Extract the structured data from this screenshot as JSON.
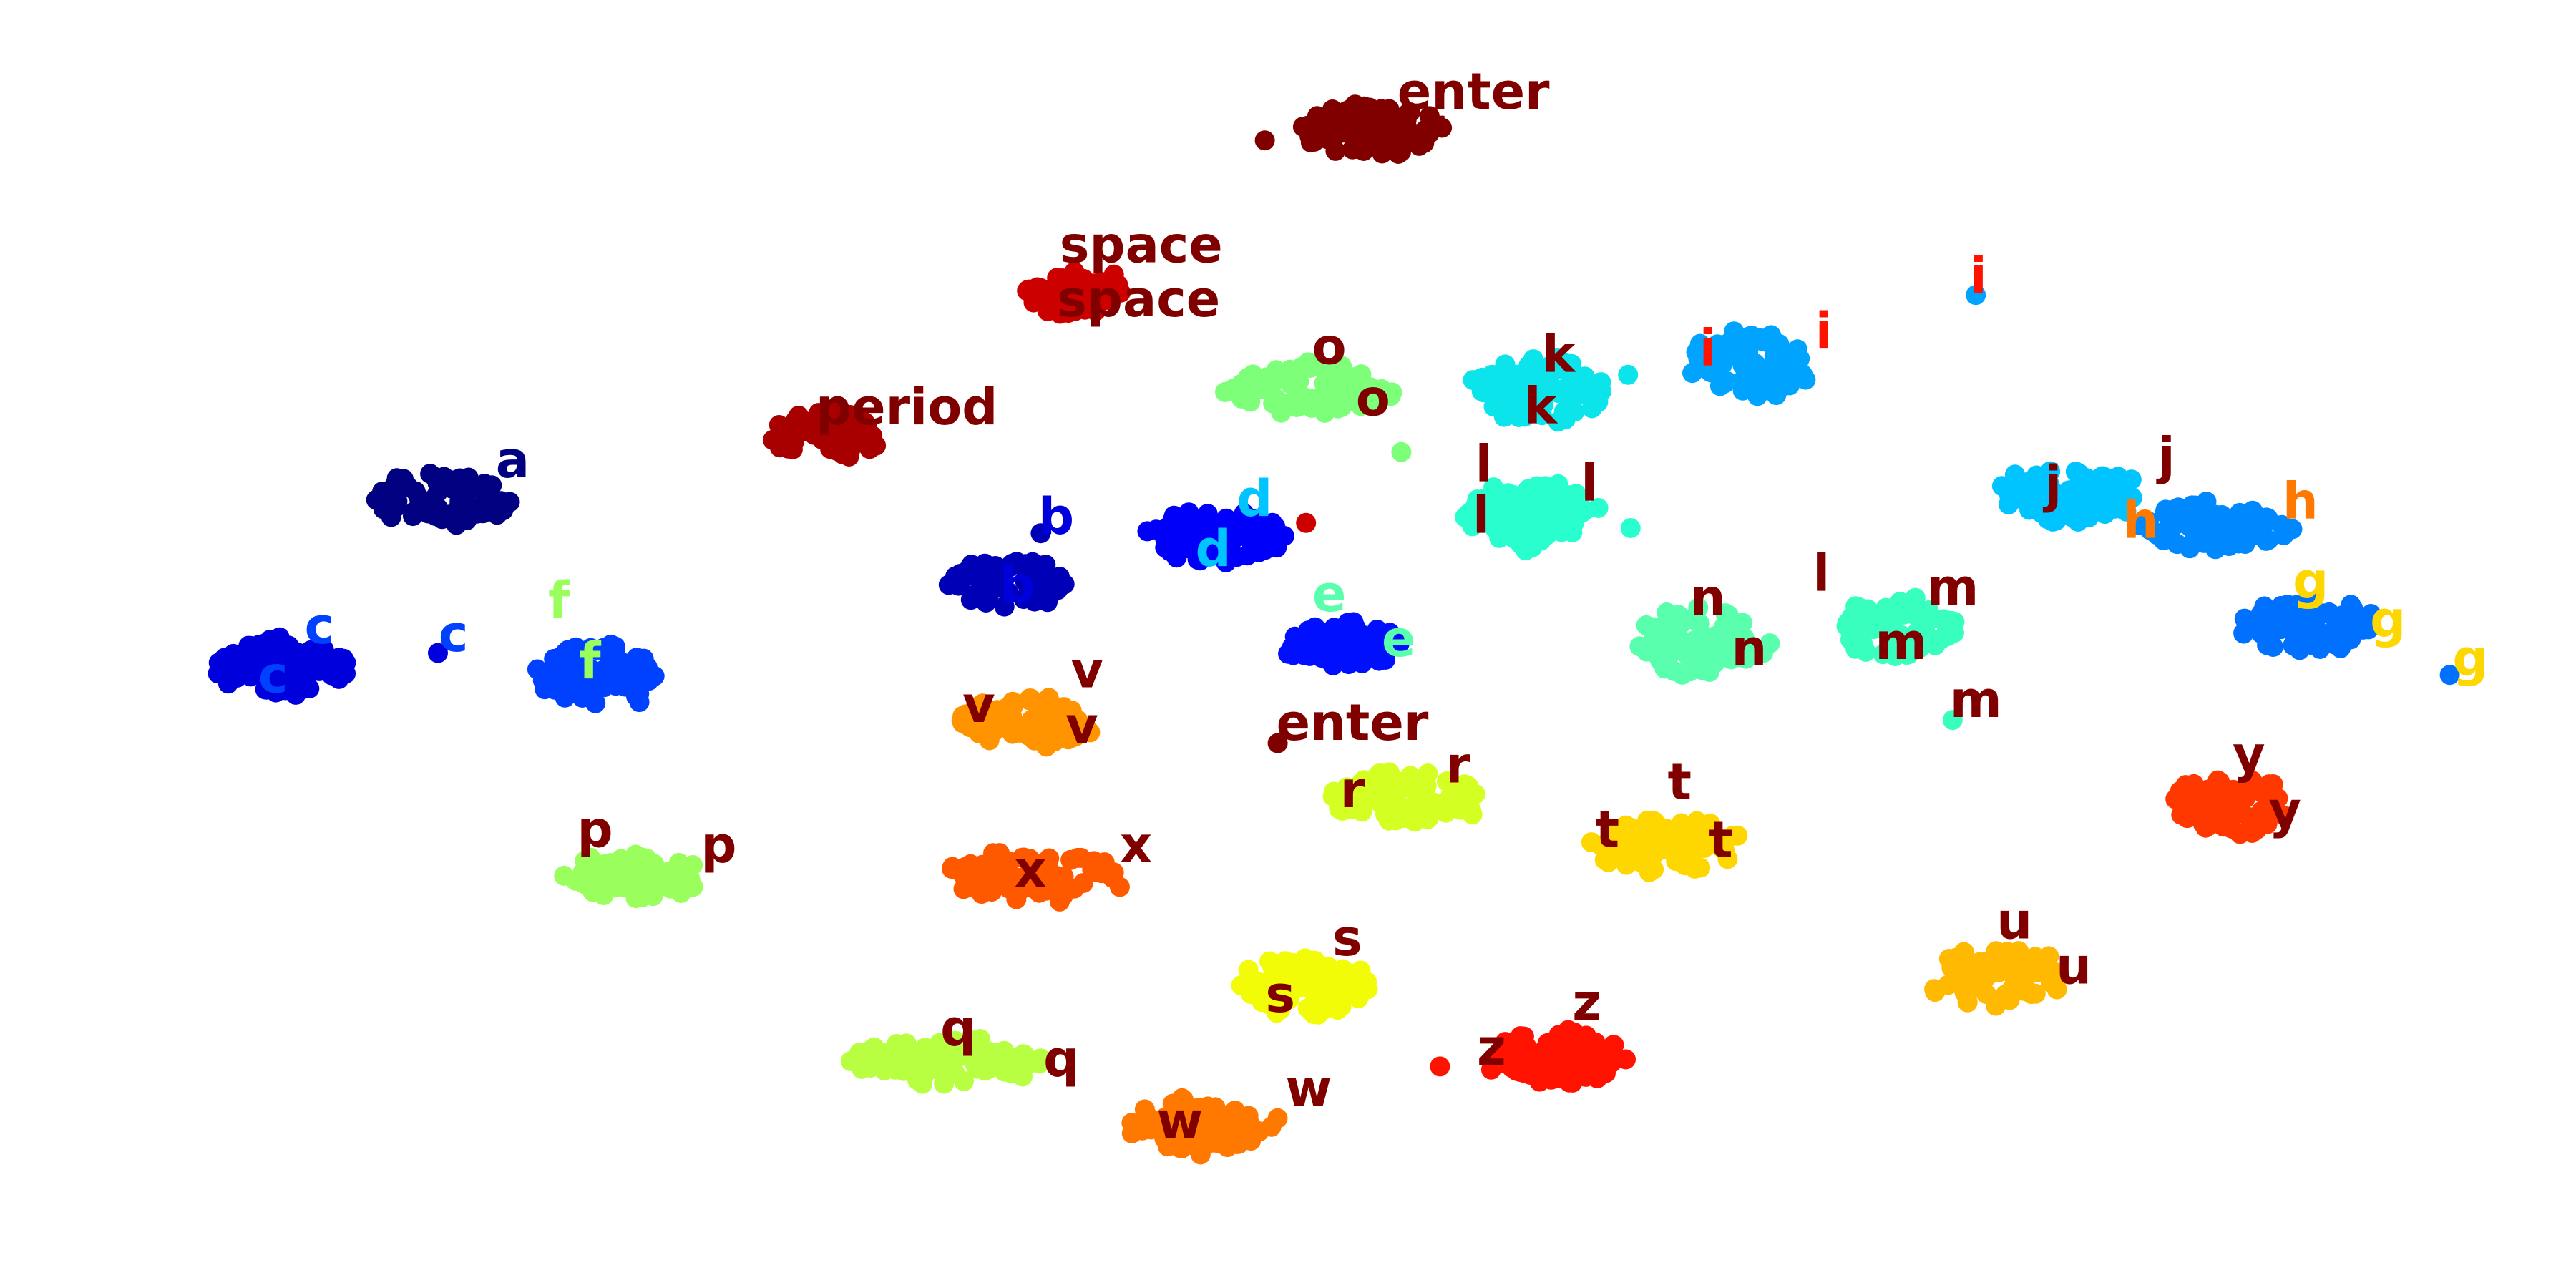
{
  "chart_data": {
    "type": "scatter",
    "title": "",
    "xlabel": "",
    "ylabel": "",
    "axes_visible": false,
    "grid": false,
    "legend": "none",
    "xlim": [
      0,
      1
    ],
    "ylim": [
      0,
      1
    ],
    "clusters": [
      {
        "label": "enter",
        "color": "#800000",
        "center": [
          0.532,
          0.101
        ],
        "spread": [
          0.028,
          0.02
        ],
        "n": 90
      },
      {
        "label": "space",
        "color": "#cd0000",
        "center": [
          0.418,
          0.228
        ],
        "spread": [
          0.019,
          0.018
        ],
        "n": 60
      },
      {
        "label": "period",
        "color": "#a80000",
        "center": [
          0.322,
          0.337
        ],
        "spread": [
          0.021,
          0.018
        ],
        "n": 70
      },
      {
        "label": "a",
        "color": "#000080",
        "center": [
          0.174,
          0.387
        ],
        "spread": [
          0.027,
          0.02
        ],
        "n": 80
      },
      {
        "label": "b",
        "color": "#0000b6",
        "center": [
          0.392,
          0.454
        ],
        "spread": [
          0.023,
          0.018
        ],
        "n": 70
      },
      {
        "label": "c",
        "color": "#0000dd",
        "center": [
          0.111,
          0.518
        ],
        "spread": [
          0.027,
          0.022
        ],
        "n": 90
      },
      {
        "label": "d",
        "color": "#0000fa",
        "center": [
          0.472,
          0.416
        ],
        "spread": [
          0.027,
          0.021
        ],
        "n": 85
      },
      {
        "label": "e",
        "color": "#0010ff",
        "center": [
          0.521,
          0.501
        ],
        "spread": [
          0.023,
          0.017
        ],
        "n": 75
      },
      {
        "label": "f",
        "color": "#0040ff",
        "center": [
          0.232,
          0.525
        ],
        "spread": [
          0.023,
          0.025
        ],
        "n": 75
      },
      {
        "label": "g",
        "color": "#0070ff",
        "center": [
          0.897,
          0.485
        ],
        "spread": [
          0.025,
          0.02
        ],
        "n": 75
      },
      {
        "label": "h",
        "color": "#0088ff",
        "center": [
          0.86,
          0.41
        ],
        "spread": [
          0.028,
          0.02
        ],
        "n": 80
      },
      {
        "label": "i",
        "color": "#00a4ff",
        "center": [
          0.68,
          0.282
        ],
        "spread": [
          0.023,
          0.025
        ],
        "n": 80
      },
      {
        "label": "j",
        "color": "#00c4ff",
        "center": [
          0.802,
          0.384
        ],
        "spread": [
          0.027,
          0.022
        ],
        "n": 80
      },
      {
        "label": "k",
        "color": "#0ce4eb",
        "center": [
          0.597,
          0.302
        ],
        "spread": [
          0.025,
          0.025
        ],
        "n": 80
      },
      {
        "label": "l",
        "color": "#29ffce",
        "center": [
          0.594,
          0.401
        ],
        "spread": [
          0.024,
          0.025
        ],
        "n": 80
      },
      {
        "label": "m",
        "color": "#39ffbe",
        "center": [
          0.735,
          0.488
        ],
        "spread": [
          0.023,
          0.022
        ],
        "n": 75
      },
      {
        "label": "n",
        "color": "#5affad",
        "center": [
          0.66,
          0.499
        ],
        "spread": [
          0.025,
          0.025
        ],
        "n": 80
      },
      {
        "label": "o",
        "color": "#7dff7a",
        "center": [
          0.508,
          0.302
        ],
        "spread": [
          0.031,
          0.02
        ],
        "n": 85
      },
      {
        "label": "p",
        "color": "#9aff5d",
        "center": [
          0.246,
          0.68
        ],
        "spread": [
          0.026,
          0.017
        ],
        "n": 70
      },
      {
        "label": "q",
        "color": "#b7ff40",
        "center": [
          0.368,
          0.824
        ],
        "spread": [
          0.041,
          0.017
        ],
        "n": 90
      },
      {
        "label": "r",
        "color": "#d4ff23",
        "center": [
          0.548,
          0.619
        ],
        "spread": [
          0.03,
          0.019
        ],
        "n": 85
      },
      {
        "label": "s",
        "color": "#f1fc06",
        "center": [
          0.508,
          0.766
        ],
        "spread": [
          0.027,
          0.022
        ],
        "n": 80
      },
      {
        "label": "t",
        "color": "#ffd700",
        "center": [
          0.647,
          0.656
        ],
        "spread": [
          0.027,
          0.022
        ],
        "n": 80
      },
      {
        "label": "u",
        "color": "#ffb900",
        "center": [
          0.775,
          0.757
        ],
        "spread": [
          0.024,
          0.022
        ],
        "n": 75
      },
      {
        "label": "v",
        "color": "#ff9400",
        "center": [
          0.398,
          0.561
        ],
        "spread": [
          0.027,
          0.019
        ],
        "n": 75
      },
      {
        "label": "w",
        "color": "#ff7900",
        "center": [
          0.467,
          0.873
        ],
        "spread": [
          0.027,
          0.022
        ],
        "n": 80
      },
      {
        "label": "x",
        "color": "#ff5900",
        "center": [
          0.402,
          0.68
        ],
        "spread": [
          0.034,
          0.019
        ],
        "n": 85
      },
      {
        "label": "y",
        "color": "#ff3800",
        "center": [
          0.867,
          0.624
        ],
        "spread": [
          0.024,
          0.022
        ],
        "n": 75
      },
      {
        "label": "z",
        "color": "#ff1300",
        "center": [
          0.605,
          0.821
        ],
        "spread": [
          0.029,
          0.02
        ],
        "n": 80
      }
    ],
    "outliers": [
      {
        "x": 0.491,
        "y": 0.109,
        "color": "#800000"
      },
      {
        "x": 0.496,
        "y": 0.577,
        "color": "#800000"
      },
      {
        "x": 0.507,
        "y": 0.406,
        "color": "#cd0000"
      },
      {
        "x": 0.404,
        "y": 0.414,
        "color": "#0000b6"
      },
      {
        "x": 0.17,
        "y": 0.507,
        "color": "#0000dd"
      },
      {
        "x": 0.767,
        "y": 0.229,
        "color": "#00a4ff"
      },
      {
        "x": 0.951,
        "y": 0.524,
        "color": "#0070ff"
      },
      {
        "x": 0.758,
        "y": 0.559,
        "color": "#39ffbe"
      },
      {
        "x": 0.632,
        "y": 0.291,
        "color": "#0ce4eb"
      },
      {
        "x": 0.633,
        "y": 0.41,
        "color": "#29ffce"
      },
      {
        "x": 0.544,
        "y": 0.351,
        "color": "#7dff7a"
      },
      {
        "x": 0.559,
        "y": 0.828,
        "color": "#ff1300"
      }
    ],
    "labels": [
      {
        "text": "enter",
        "x": 0.572,
        "y": 0.074,
        "color": "#800000"
      },
      {
        "text": "r",
        "x": 0.556,
        "y": 0.101,
        "color": "#800000"
      },
      {
        "text": "space",
        "x": 0.443,
        "y": 0.193,
        "color": "#800000"
      },
      {
        "text": "space",
        "x": 0.442,
        "y": 0.235,
        "color": "#800000"
      },
      {
        "text": "period",
        "x": 0.352,
        "y": 0.319,
        "color": "#800000"
      },
      {
        "text": "a",
        "x": 0.199,
        "y": 0.36,
        "color": "#000080"
      },
      {
        "text": "b",
        "x": 0.41,
        "y": 0.404,
        "color": "#0000dd"
      },
      {
        "text": "b",
        "x": 0.395,
        "y": 0.457,
        "color": "#0000dd"
      },
      {
        "text": "c",
        "x": 0.124,
        "y": 0.489,
        "color": "#0040ff"
      },
      {
        "text": "c",
        "x": 0.176,
        "y": 0.495,
        "color": "#0040ff"
      },
      {
        "text": "c",
        "x": 0.106,
        "y": 0.527,
        "color": "#0040ff"
      },
      {
        "text": "f",
        "x": 0.217,
        "y": 0.469,
        "color": "#9aff5d"
      },
      {
        "text": "f",
        "x": 0.229,
        "y": 0.516,
        "color": "#9aff5d"
      },
      {
        "text": "d",
        "x": 0.487,
        "y": 0.39,
        "color": "#00c4ff"
      },
      {
        "text": "d",
        "x": 0.471,
        "y": 0.429,
        "color": "#00c4ff"
      },
      {
        "text": "e",
        "x": 0.516,
        "y": 0.464,
        "color": "#5affad"
      },
      {
        "text": "e",
        "x": 0.543,
        "y": 0.499,
        "color": "#5affad"
      },
      {
        "text": "o",
        "x": 0.516,
        "y": 0.272,
        "color": "#800000"
      },
      {
        "text": "o",
        "x": 0.533,
        "y": 0.312,
        "color": "#800000"
      },
      {
        "text": "k",
        "x": 0.605,
        "y": 0.278,
        "color": "#800000"
      },
      {
        "text": "k",
        "x": 0.598,
        "y": 0.318,
        "color": "#800000"
      },
      {
        "text": "l",
        "x": 0.576,
        "y": 0.363,
        "color": "#800000"
      },
      {
        "text": "l",
        "x": 0.617,
        "y": 0.378,
        "color": "#800000"
      },
      {
        "text": "l",
        "x": 0.575,
        "y": 0.403,
        "color": "#800000"
      },
      {
        "text": "i",
        "x": 0.768,
        "y": 0.217,
        "color": "#ff1300"
      },
      {
        "text": "i",
        "x": 0.708,
        "y": 0.26,
        "color": "#ff1300"
      },
      {
        "text": "i",
        "x": 0.663,
        "y": 0.273,
        "color": "#ff1300"
      },
      {
        "text": "j",
        "x": 0.841,
        "y": 0.357,
        "color": "#800000"
      },
      {
        "text": "j",
        "x": 0.797,
        "y": 0.379,
        "color": "#800000"
      },
      {
        "text": "h",
        "x": 0.893,
        "y": 0.392,
        "color": "#ff7900"
      },
      {
        "text": "h",
        "x": 0.831,
        "y": 0.407,
        "color": "#ff7900"
      },
      {
        "text": "g",
        "x": 0.897,
        "y": 0.454,
        "color": "#ffd700"
      },
      {
        "text": "g",
        "x": 0.927,
        "y": 0.484,
        "color": "#ffd700"
      },
      {
        "text": "g",
        "x": 0.959,
        "y": 0.514,
        "color": "#ffd700"
      },
      {
        "text": "l",
        "x": 0.707,
        "y": 0.448,
        "color": "#800000"
      },
      {
        "text": "m",
        "x": 0.758,
        "y": 0.459,
        "color": "#800000"
      },
      {
        "text": "m",
        "x": 0.738,
        "y": 0.501,
        "color": "#800000"
      },
      {
        "text": "m",
        "x": 0.767,
        "y": 0.546,
        "color": "#800000"
      },
      {
        "text": "n",
        "x": 0.663,
        "y": 0.467,
        "color": "#800000"
      },
      {
        "text": "n",
        "x": 0.679,
        "y": 0.506,
        "color": "#800000"
      },
      {
        "text": "v",
        "x": 0.422,
        "y": 0.523,
        "color": "#800000"
      },
      {
        "text": "v",
        "x": 0.38,
        "y": 0.55,
        "color": "#800000"
      },
      {
        "text": "v",
        "x": 0.42,
        "y": 0.566,
        "color": "#800000"
      },
      {
        "text": "enter",
        "x": 0.525,
        "y": 0.564,
        "color": "#800000"
      },
      {
        "text": "r",
        "x": 0.566,
        "y": 0.597,
        "color": "#800000"
      },
      {
        "text": "r",
        "x": 0.525,
        "y": 0.616,
        "color": "#800000"
      },
      {
        "text": "t",
        "x": 0.652,
        "y": 0.61,
        "color": "#800000"
      },
      {
        "text": "t",
        "x": 0.624,
        "y": 0.647,
        "color": "#800000"
      },
      {
        "text": "t",
        "x": 0.668,
        "y": 0.655,
        "color": "#800000"
      },
      {
        "text": "y",
        "x": 0.873,
        "y": 0.589,
        "color": "#800000"
      },
      {
        "text": "y",
        "x": 0.887,
        "y": 0.632,
        "color": "#800000"
      },
      {
        "text": "p",
        "x": 0.231,
        "y": 0.647,
        "color": "#800000"
      },
      {
        "text": "p",
        "x": 0.279,
        "y": 0.659,
        "color": "#800000"
      },
      {
        "text": "x",
        "x": 0.441,
        "y": 0.659,
        "color": "#800000"
      },
      {
        "text": "x",
        "x": 0.4,
        "y": 0.678,
        "color": "#800000"
      },
      {
        "text": "s",
        "x": 0.523,
        "y": 0.731,
        "color": "#800000"
      },
      {
        "text": "s",
        "x": 0.497,
        "y": 0.775,
        "color": "#800000"
      },
      {
        "text": "u",
        "x": 0.782,
        "y": 0.718,
        "color": "#800000"
      },
      {
        "text": "u",
        "x": 0.805,
        "y": 0.753,
        "color": "#800000"
      },
      {
        "text": "z",
        "x": 0.616,
        "y": 0.781,
        "color": "#800000"
      },
      {
        "text": "z",
        "x": 0.579,
        "y": 0.816,
        "color": "#800000"
      },
      {
        "text": "q",
        "x": 0.372,
        "y": 0.801,
        "color": "#800000"
      },
      {
        "text": "q",
        "x": 0.412,
        "y": 0.825,
        "color": "#800000"
      },
      {
        "text": "w",
        "x": 0.508,
        "y": 0.848,
        "color": "#800000"
      },
      {
        "text": "w",
        "x": 0.458,
        "y": 0.873,
        "color": "#800000"
      }
    ]
  }
}
